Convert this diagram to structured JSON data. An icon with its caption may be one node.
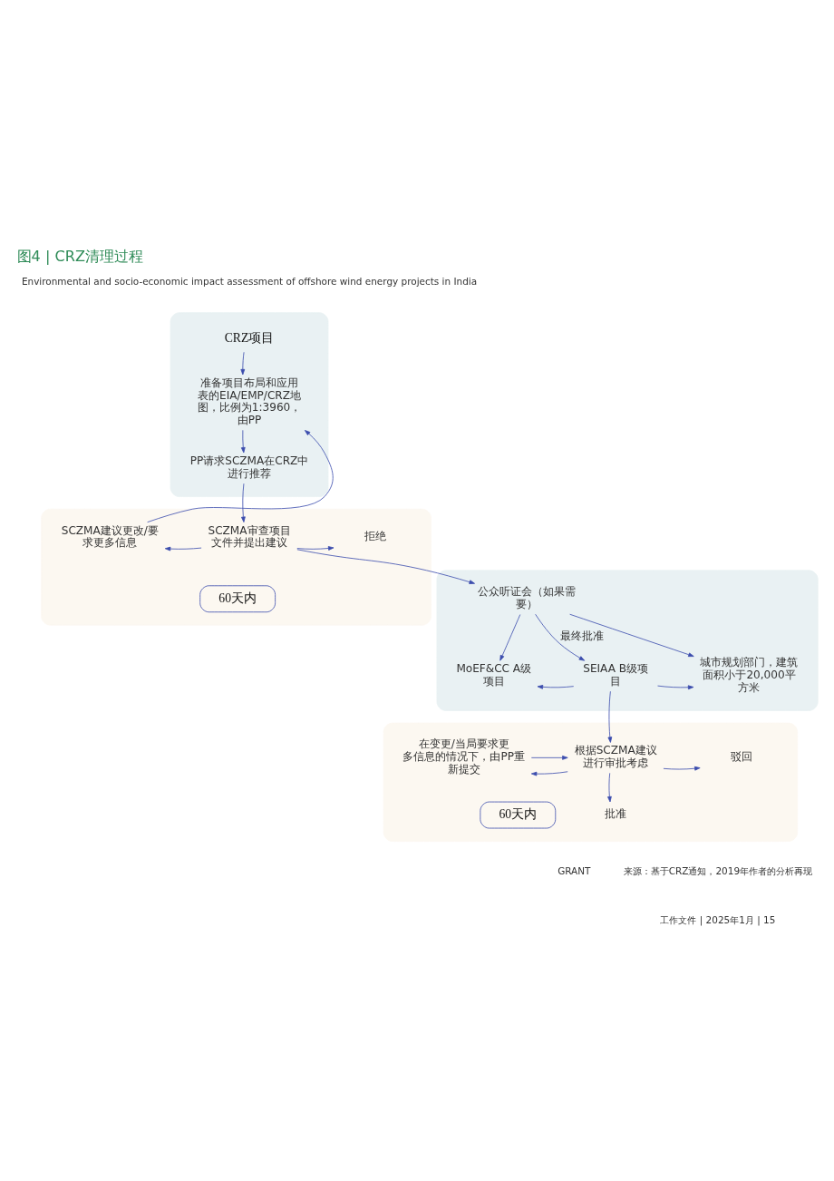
{
  "diagram": {
    "title": "图4 | CRZ清理过程",
    "caption": "来源：基于CRZ通知，2019年作者的分析再现",
    "nodes": [
      {
        "text": [],
        "shape": "box"
      },
      {
        "text": [
          "CRZ项目"
        ],
        "in": 0
      },
      {
        "text": [
          "准备项目布局和应用表的EIA/EMP/CRZ地图，比例为1:3960，由PP"
        ],
        "in": 0
      },
      {
        "text": [
          "PP请求SCZMA在CRZ中进行推荐"
        ],
        "in": 0
      },
      {
        "text": [],
        "shape": "box"
      },
      {
        "text": [
          "SCZMA建议更改/要求更多信息"
        ],
        "in": 4
      },
      {
        "text": [
          "SCZMA审查项目文件并提出建议"
        ],
        "in": 4
      },
      {
        "text": [
          "拒绝"
        ],
        "in": 4
      },
      {
        "text": [
          "60天内"
        ],
        "in": 4
      },
      {
        "text": [],
        "shape": "box"
      },
      {
        "text": [
          "公众听证会（如果需要）"
        ],
        "in": 9
      },
      {
        "text": [
          "MoEF&CC A级项目"
        ],
        "in": 9
      },
      {
        "text": [
          "SEIAA B级项目"
        ],
        "in": 9
      },
      {
        "text": [
          "城市规划部门，建筑面积小于20,000平方米"
        ],
        "in": 9
      },
      {
        "text": [],
        "shape": "box"
      },
      {
        "text": [
          "在变更/当局要求更多信息的情况下，由PP重新提交"
        ],
        "in": 14
      },
      {
        "text": [
          "根据SCZMA建议进行审批考虑"
        ],
        "in": 14
      },
      {
        "text": [
          "驳回"
        ],
        "in": 14
      },
      {
        "text": [
          "60天内"
        ],
        "in": 14
      },
      {
        "text": [
          "批准"
        ],
        "in": 14
      }
    ],
    "edges": [
      {
        "from": 1,
        "to": 2,
        "arrow": "to"
      },
      {
        "from": 2,
        "to": 3,
        "arrow": "to"
      },
      {
        "from": 3,
        "to": 6,
        "arrow": "to"
      },
      {
        "from": 6,
        "to": 5,
        "arrow": "to"
      },
      {
        "from": 6,
        "to": 7,
        "arrow": "to"
      },
      {
        "from": 5,
        "to": 2,
        "arrow": "to"
      },
      {
        "from": 6,
        "to": 10,
        "arrow": "to"
      },
      {
        "from": 10,
        "to": 11,
        "arrow": "to"
      },
      {
        "from": 10,
        "to": 12,
        "arrow": "to",
        "label": "最终批准"
      },
      {
        "from": 10,
        "to": 13,
        "arrow": "to"
      },
      {
        "from": 12,
        "to": 16,
        "arrow": "to"
      },
      {
        "from": 12,
        "to": 11,
        "arrow": "to"
      },
      {
        "from": 12,
        "to": 13,
        "arrow": "to"
      },
      {
        "from": 16,
        "to": 15,
        "arrow": "to"
      },
      {
        "from": 15,
        "to": 16,
        "arrow": "to"
      },
      {
        "from": 16,
        "to": 17,
        "arrow": "to"
      },
      {
        "from": 16,
        "to": 19,
        "arrow": "to"
      }
    ],
    "labels": [
      "Environmental and socio-economic impact assessment of offshore wind energy projects in India",
      "GRANT",
      "工作文件 | 2025年1月 | 15"
    ]
  }
}
